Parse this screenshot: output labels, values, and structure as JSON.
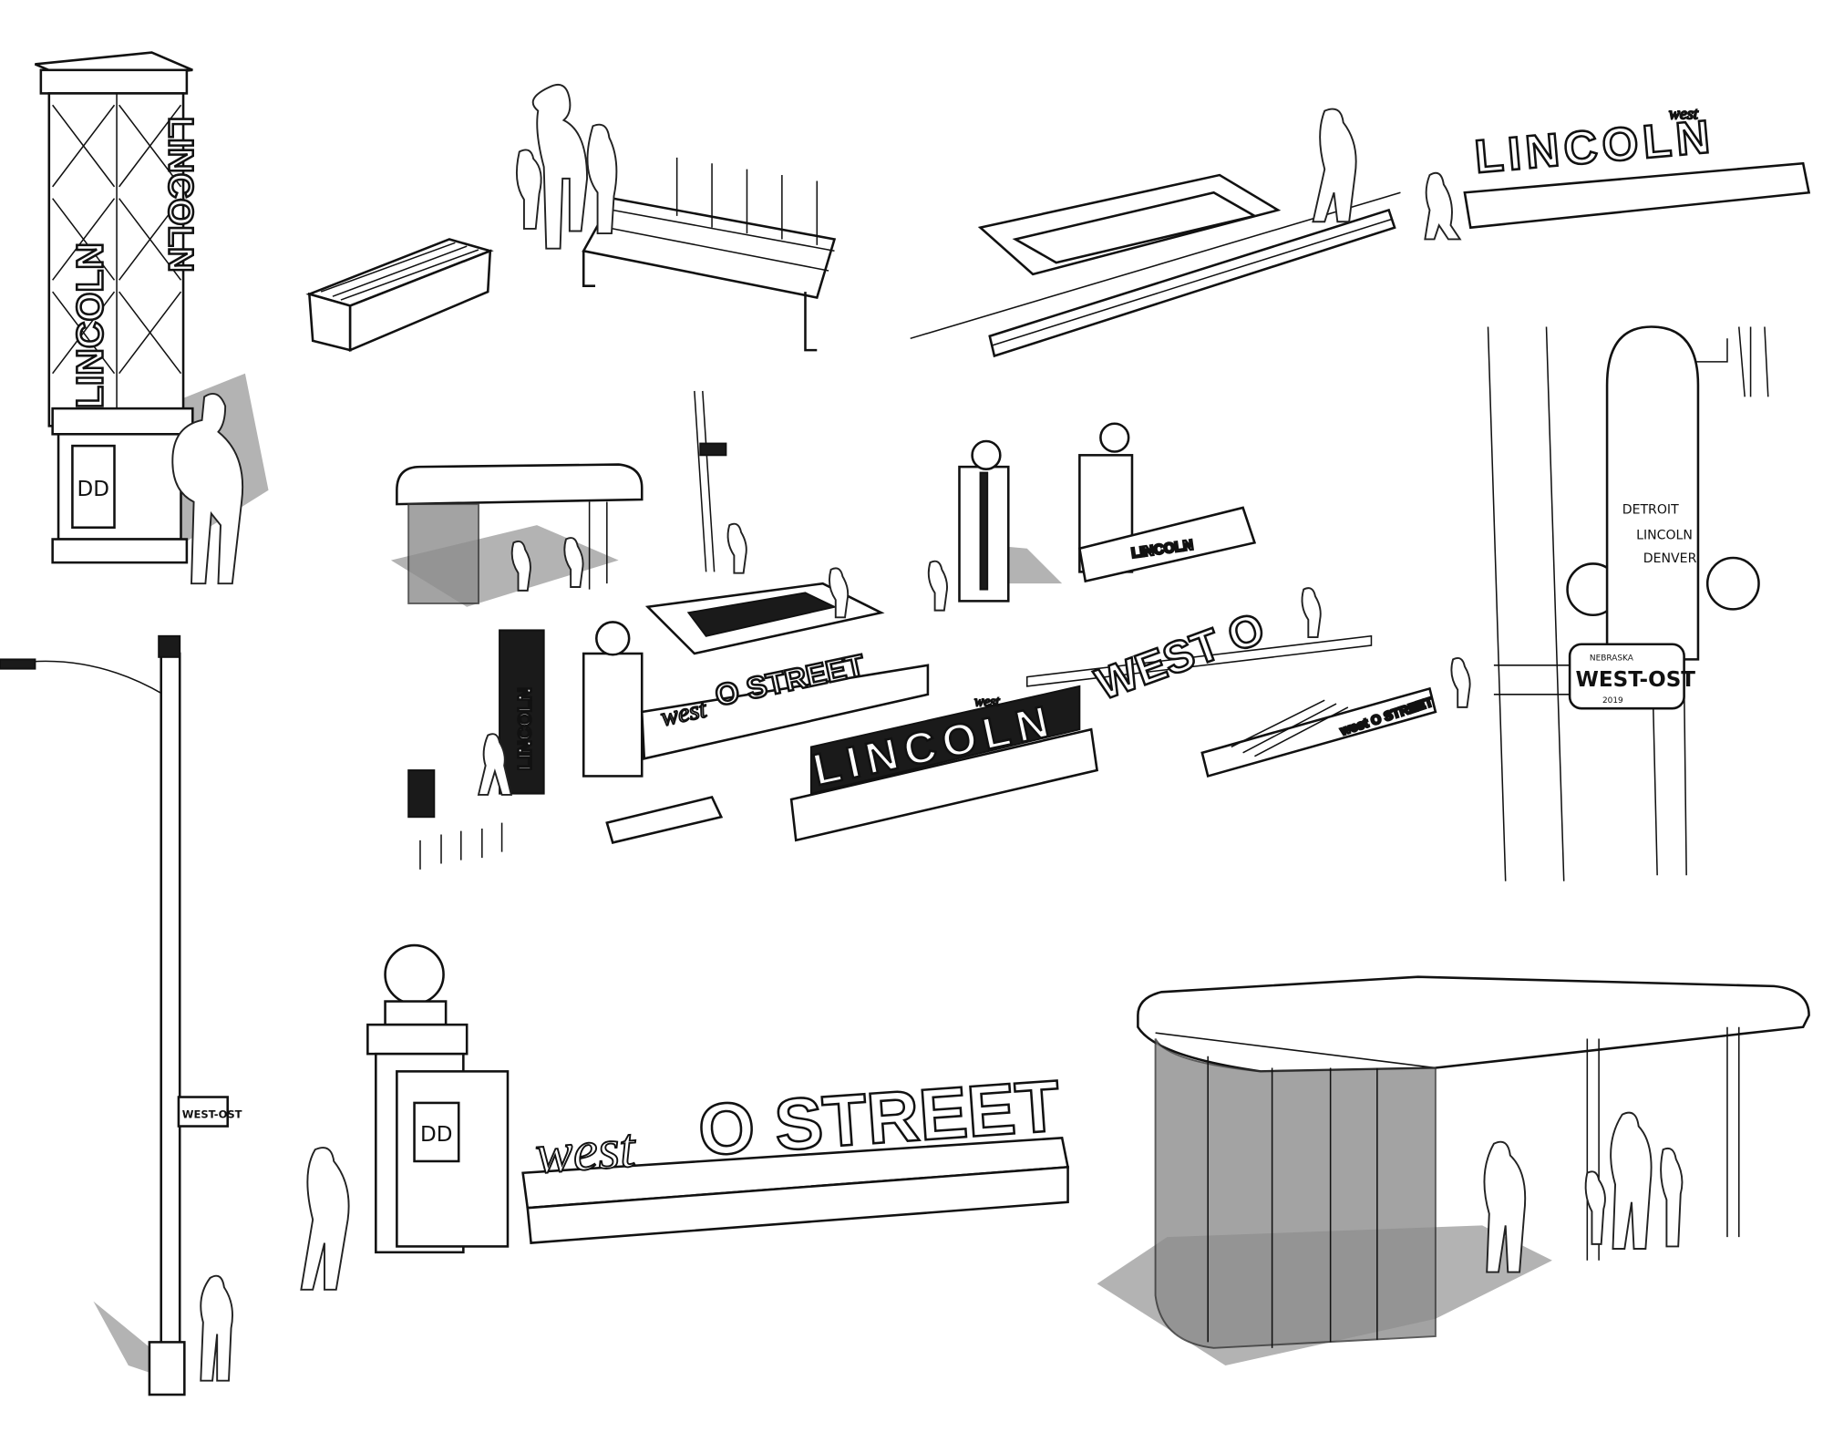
{
  "sheet": {
    "column_sign": {
      "text": "LINCOLN",
      "logo": "DD"
    },
    "top_right_sign": {
      "script": "west",
      "text": "LINCOLN"
    },
    "gateway_sign": {
      "script": "west",
      "text": "O STREET",
      "logo": "DD"
    },
    "plaza": {
      "l_sign": "LINCOLN",
      "main_sign_script": "west",
      "main_sign": "LINCOLN",
      "ground_text": "WEST O",
      "bench_sign": "west O STREET",
      "column_text": "LINCOLN",
      "gateway_script": "west",
      "gateway_text": "O STREET"
    },
    "streetlight_sign": {
      "text": "WEST-OST"
    },
    "sketch": {
      "cities": [
        "DETROIT",
        "LINCOLN",
        "DENVER"
      ],
      "plate_state": "NEBRASKA",
      "plate_text": "WEST-OST",
      "plate_year": "2019"
    }
  }
}
